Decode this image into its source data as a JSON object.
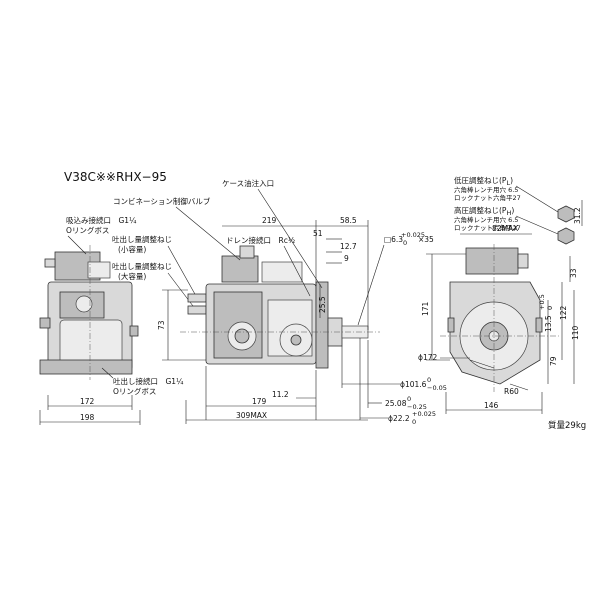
{
  "title": "V38C※※RHX−95",
  "mass": "質量29kg",
  "labels": {
    "suction_port": "吸込み接続口　G1¼",
    "suction_oring": "Oリングボス",
    "case_oil_port": "ケース油注入口",
    "combination_valve": "コンビネーション制御バルブ",
    "drain_port": "ドレン接続口　Rc½",
    "flow_adj_small_1": "吐出し量調整ねじ",
    "flow_adj_small_2": "(小容量)",
    "flow_adj_large_1": "吐出し量調整ねじ",
    "flow_adj_large_2": "(大容量)",
    "discharge_port": "吐出し接続口　G1¼",
    "discharge_oring": "Oリングボス",
    "low_pressure_screw": "低圧調整ねじ(P",
    "low_pressure_sub": "L",
    "low_hex": "六角棒レンチ用穴 6.5",
    "low_nut": "ロックナット六角平27",
    "high_pressure_screw": "高圧調整ねじ(P",
    "high_pressure_sub": "H",
    "high_hex": "六角棒レンチ用穴 6.5",
    "high_nut": "ロックナット六角平27"
  },
  "dimensions": {
    "d219": "219",
    "d58_5": "58.5",
    "d51": "51",
    "d12_7": "12.7",
    "d9": "9",
    "key": "□6.3",
    "key_tol": "+0.025",
    "key_tol2": "0",
    "key_len": "×35",
    "d73": "73",
    "d25_5": "25.5",
    "d11_2": "11.2",
    "d179": "179",
    "d309": "309MAX",
    "d172_front": "172",
    "d198": "198",
    "d171": "171",
    "phi172": "ϕ172",
    "phi101_6": "ϕ101.6",
    "phi101_tol": "0",
    "phi101_tol2": "−0.05",
    "d25_08": "25.08",
    "d25_tol": "0",
    "d25_tol2": "−0.25",
    "phi22_2": "ϕ22.2",
    "phi22_tol": "+0.025",
    "phi22_tol2": "0",
    "d82": "82MAX",
    "d31_2": "31.2",
    "d33": "33",
    "d13_5": "13.5",
    "d13_tol": "+0.5",
    "d13_tol2": "0",
    "d122": "122",
    "d110": "110",
    "d79": "79",
    "r60": "R60",
    "d146": "146"
  }
}
